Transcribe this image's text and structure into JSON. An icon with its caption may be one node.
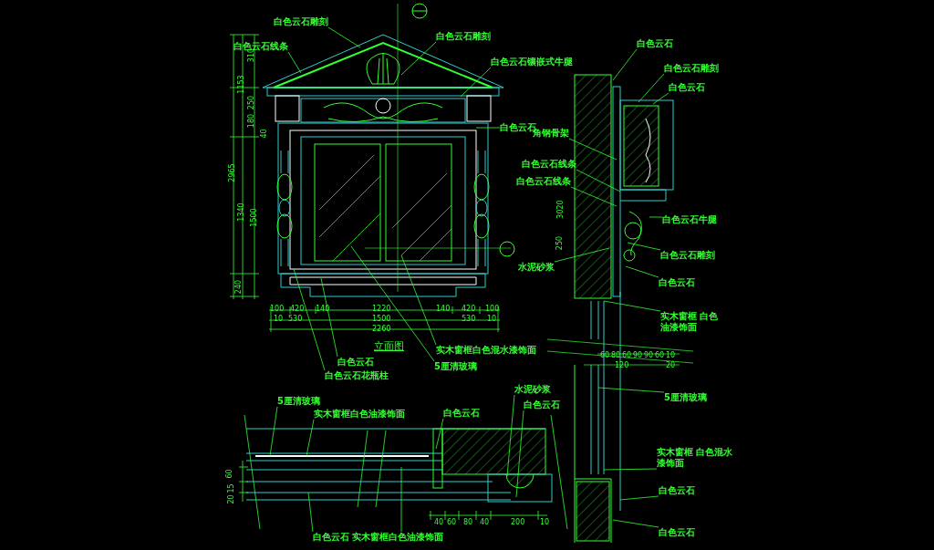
{
  "diagram": {
    "nodes": [
      {
        "text": [
          "白色云石雕刻"
        ]
      },
      {
        "text": [
          "白色云石线条"
        ]
      },
      {
        "text": [
          "白色云石雕刻"
        ]
      },
      {
        "text": [
          "白色云石镶嵌式牛腿"
        ]
      },
      {
        "text": [
          "白色云石"
        ]
      },
      {
        "text": [
          "实木窗框白色混水漆饰面"
        ]
      },
      {
        "text": [
          "5厘清玻璃"
        ]
      },
      {
        "text": [
          "白色云石"
        ]
      },
      {
        "text": [
          "白色云石花瓶柱"
        ]
      },
      {
        "text": [
          "白色云石"
        ]
      },
      {
        "text": [
          "白色云石雕刻"
        ]
      },
      {
        "text": [
          "白色云石"
        ]
      },
      {
        "text": [
          "角钢骨架"
        ]
      },
      {
        "text": [
          "白色云石线条"
        ]
      },
      {
        "text": [
          "白色云石线条"
        ]
      },
      {
        "text": [
          "水泥砂浆"
        ]
      },
      {
        "text": [
          "白色云石牛腿"
        ]
      },
      {
        "text": [
          "白色云石雕刻"
        ]
      },
      {
        "text": [
          "白色云石"
        ]
      },
      {
        "text": [
          "实木窗框 白色油漆饰面"
        ]
      },
      {
        "text": [
          "5厘清玻璃"
        ]
      },
      {
        "text": [
          "实木窗框 白色混水漆饰面"
        ]
      },
      {
        "text": [
          "白色云石"
        ]
      },
      {
        "text": [
          "白色云石"
        ]
      },
      {
        "text": [
          "5厘清玻璃"
        ]
      },
      {
        "text": [
          "实木窗框白色油漆饰面"
        ]
      },
      {
        "text": [
          "白色云石"
        ]
      },
      {
        "text": [
          "水泥砂浆"
        ]
      },
      {
        "text": [
          "白色云石"
        ]
      },
      {
        "text": [
          "白色云石"
        ]
      },
      {
        "text": [
          "实木窗框白色油漆饰面"
        ]
      }
    ],
    "edges": [
      {
        "from": 0,
        "to": null,
        "arrow": "none"
      },
      {
        "from": 1,
        "to": null,
        "arrow": "none"
      },
      {
        "from": 2,
        "to": null,
        "arrow": "none"
      },
      {
        "from": 3,
        "to": null,
        "arrow": "none"
      },
      {
        "from": 4,
        "to": null,
        "arrow": "none"
      },
      {
        "from": 5,
        "to": null,
        "arrow": "none"
      },
      {
        "from": 6,
        "to": null,
        "arrow": "none"
      },
      {
        "from": 7,
        "to": null,
        "arrow": "none"
      },
      {
        "from": 8,
        "to": null,
        "arrow": "none"
      },
      {
        "from": 9,
        "to": null,
        "arrow": "none"
      },
      {
        "from": 10,
        "to": null,
        "arrow": "none"
      },
      {
        "from": 11,
        "to": null,
        "arrow": "none"
      },
      {
        "from": 12,
        "to": null,
        "arrow": "none"
      },
      {
        "from": 13,
        "to": null,
        "arrow": "none"
      },
      {
        "from": 14,
        "to": null,
        "arrow": "none"
      },
      {
        "from": 15,
        "to": null,
        "arrow": "none"
      },
      {
        "from": 16,
        "to": null,
        "arrow": "none"
      },
      {
        "from": 17,
        "to": null,
        "arrow": "none"
      },
      {
        "from": 18,
        "to": null,
        "arrow": "none"
      },
      {
        "from": 19,
        "to": null,
        "arrow": "none"
      },
      {
        "from": 20,
        "to": null,
        "arrow": "none"
      },
      {
        "from": 21,
        "to": null,
        "arrow": "none"
      },
      {
        "from": 22,
        "to": null,
        "arrow": "none"
      },
      {
        "from": 23,
        "to": null,
        "arrow": "none"
      },
      {
        "from": 24,
        "to": null,
        "arrow": "none"
      },
      {
        "from": 25,
        "to": null,
        "arrow": "none"
      },
      {
        "from": 26,
        "to": null,
        "arrow": "none"
      },
      {
        "from": 27,
        "to": null,
        "arrow": "none"
      },
      {
        "from": 28,
        "to": null,
        "arrow": "none"
      },
      {
        "from": 29,
        "to": null,
        "arrow": "none"
      },
      {
        "from": 30,
        "to": null,
        "arrow": "none"
      }
    ],
    "labels": [
      "立面图",
      "100",
      "420",
      "140",
      "1220",
      "140",
      "420",
      "100",
      "10",
      "530",
      "1500",
      "530",
      "10",
      "2260",
      "2965",
      "1153",
      "1340",
      "310",
      "250",
      "180",
      "1500",
      "240",
      "40",
      "60",
      "80",
      "60",
      "90",
      "90",
      "60",
      "10",
      "120",
      "20",
      "3020",
      "250",
      "40",
      "60",
      "80",
      "40",
      "200",
      "10",
      "60",
      "15",
      "20"
    ]
  }
}
